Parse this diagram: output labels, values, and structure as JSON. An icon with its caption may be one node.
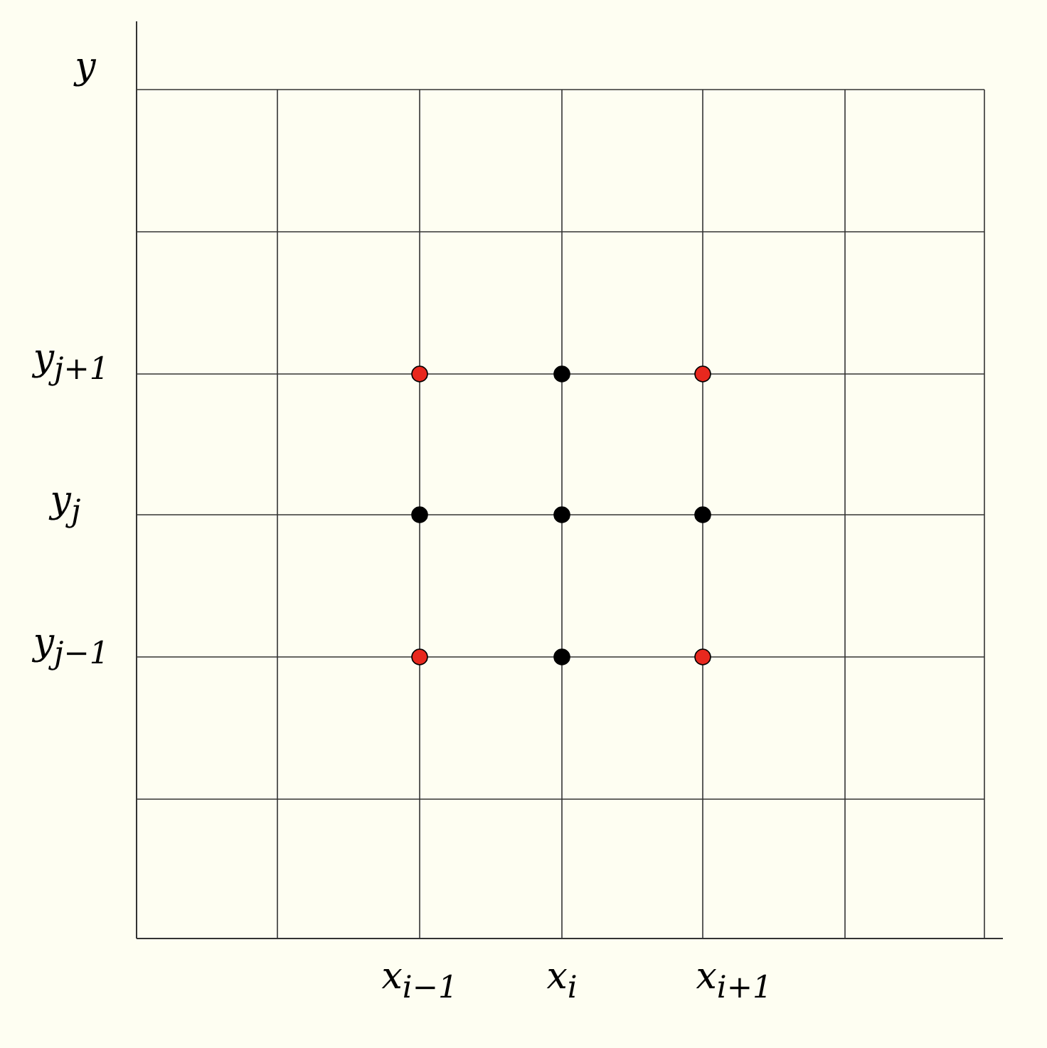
{
  "diagram": {
    "labels": [
      "y",
      "y$_{j+1}$",
      "y$_{j}$",
      "y$_{j−1}$",
      "x$_{i−1}$",
      "x$_{i}$",
      "x$_{i+1}$"
    ]
  }
}
